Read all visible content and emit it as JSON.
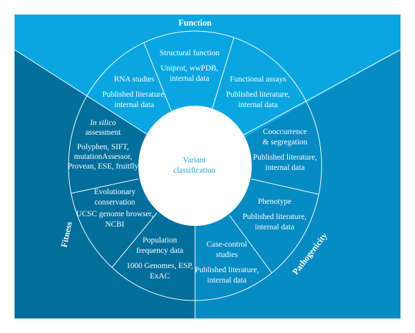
{
  "colors": {
    "function": "#0aa6e2",
    "fitness": "#026f9c",
    "pathogenicity": "#068bc3",
    "center_text": "#1aa3dc",
    "lines": "#ffffff"
  },
  "categories": {
    "function": "Function",
    "fitness": "Fitness",
    "pathogenicity": "Pathogenicity"
  },
  "center": {
    "line1": "Variant",
    "line2": "classification"
  },
  "segments": {
    "structural": {
      "title": [
        "Structural function"
      ],
      "sources": [
        "Uniprot, wwPDB,",
        "internal data"
      ]
    },
    "rna": {
      "title": [
        "RNA studies"
      ],
      "sources": [
        "Published literature,",
        "internal data"
      ]
    },
    "functional": {
      "title": [
        "Functional assays"
      ],
      "sources": [
        "Published literature,",
        "internal data"
      ]
    },
    "insilico": {
      "title": [
        "In silico",
        "assessment"
      ],
      "sources": [
        "Polyphen, SIFT,",
        "mutationAssessor,",
        "Provean, ESE, fruitfly"
      ]
    },
    "cooccurrence": {
      "title": [
        "Cooccurrence",
        "& segregation"
      ],
      "sources": [
        "Published literature,",
        "internal data"
      ]
    },
    "evolutionary": {
      "title": [
        "Evolutionary",
        "conservation"
      ],
      "sources": [
        "UCSC genome browser,",
        "NCBI"
      ]
    },
    "phenotype": {
      "title": [
        "Phenotype"
      ],
      "sources": [
        "Published literature,",
        "internal data"
      ]
    },
    "population": {
      "title": [
        "Population",
        "frequency data"
      ],
      "sources": [
        "1000 Genomes, ESP,",
        "ExAC"
      ]
    },
    "casecontrol": {
      "title": [
        "Case-control",
        "studies"
      ],
      "sources": [
        "Published literature,",
        "internal data"
      ]
    }
  }
}
